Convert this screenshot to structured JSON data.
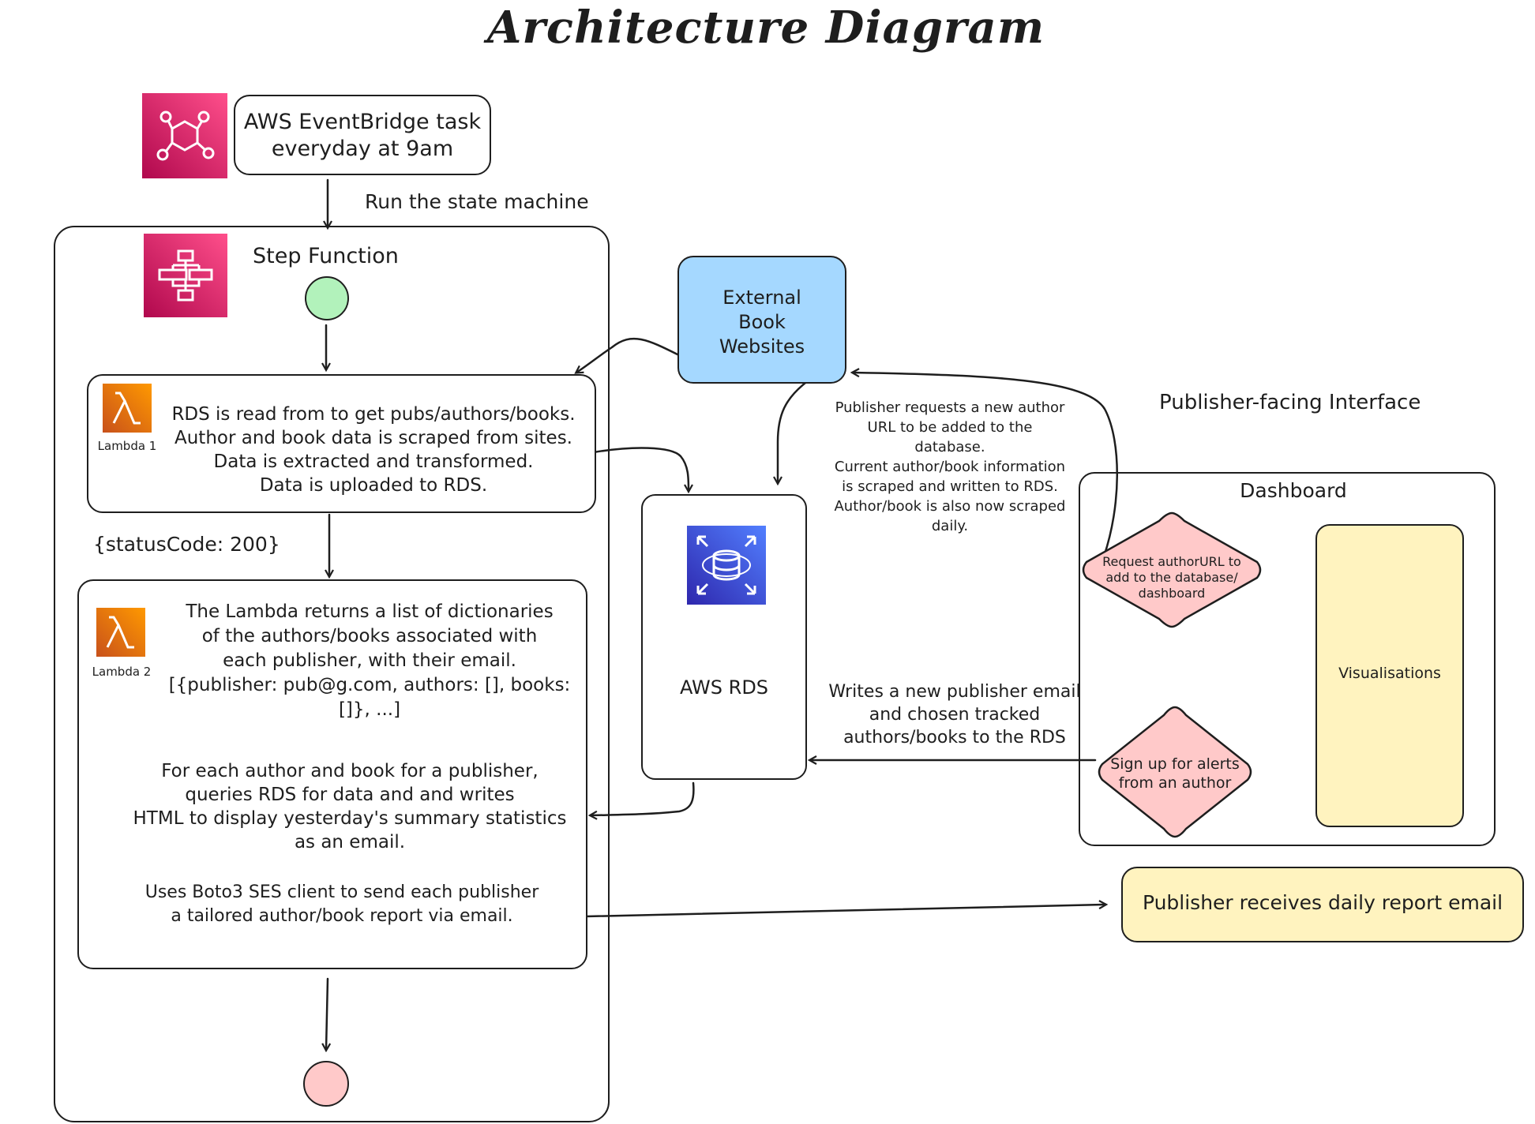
{
  "title": "Architecture Diagram",
  "eventbridge": {
    "label": "AWS EventBridge task\neveryday at 9am",
    "icon": "eventbridge-icon",
    "color": "#d6336c"
  },
  "run_label": "Run the state machine",
  "step_function": {
    "label": "Step Function",
    "icon": "step-functions-icon",
    "start_color": "#b2f2bb",
    "end_color": "#ffc9c9"
  },
  "lambda1": {
    "icon_label": "Lambda 1",
    "text": "RDS is read from to get pubs/authors/books.\nAuthor and book data is scraped from sites.\nData is extracted and transformed.\nData is uploaded to RDS."
  },
  "status_code": "{statusCode: 200}",
  "lambda2": {
    "icon_label": "Lambda 2",
    "text_a": "The Lambda returns a list of dictionaries\nof the authors/books associated with\neach publisher, with their email.\n[{publisher: pub@g.com, authors: [], books:\n[]}, ...]",
    "text_b": "For each author and book for a publisher,\nqueries RDS for data and and writes\nHTML to display yesterday's summary statistics\nas an email.",
    "text_c": "Uses Boto3 SES client to send each publisher\na tailored author/book report via email."
  },
  "external_sites": {
    "label": "External\nBook\nWebsites",
    "color": "#a5d8ff"
  },
  "rds": {
    "label": "AWS RDS",
    "icon": "rds-database-icon",
    "color": "#3b48cc"
  },
  "publisher_request_note": "Publisher requests a new author\nURL to be added to the\ndatabase.\nCurrent author/book information\nis scraped and written to RDS.\nAuthor/book is also now scraped\ndaily.",
  "writes_note": "Writes a new publisher email\nand chosen tracked\nauthors/books to the RDS",
  "interface": {
    "heading": "Publisher-facing Interface",
    "dashboard_label": "Dashboard",
    "request_diamond": "Request authorURL to\nadd to the database/\ndashboard",
    "signup_diamond": "Sign up for alerts\nfrom an author",
    "visualisations": "Visualisations",
    "diamond_color": "#ffc9c9",
    "panel_color": "#fff3bf"
  },
  "report_email": {
    "label": "Publisher receives daily report email",
    "color": "#fff3bf"
  }
}
